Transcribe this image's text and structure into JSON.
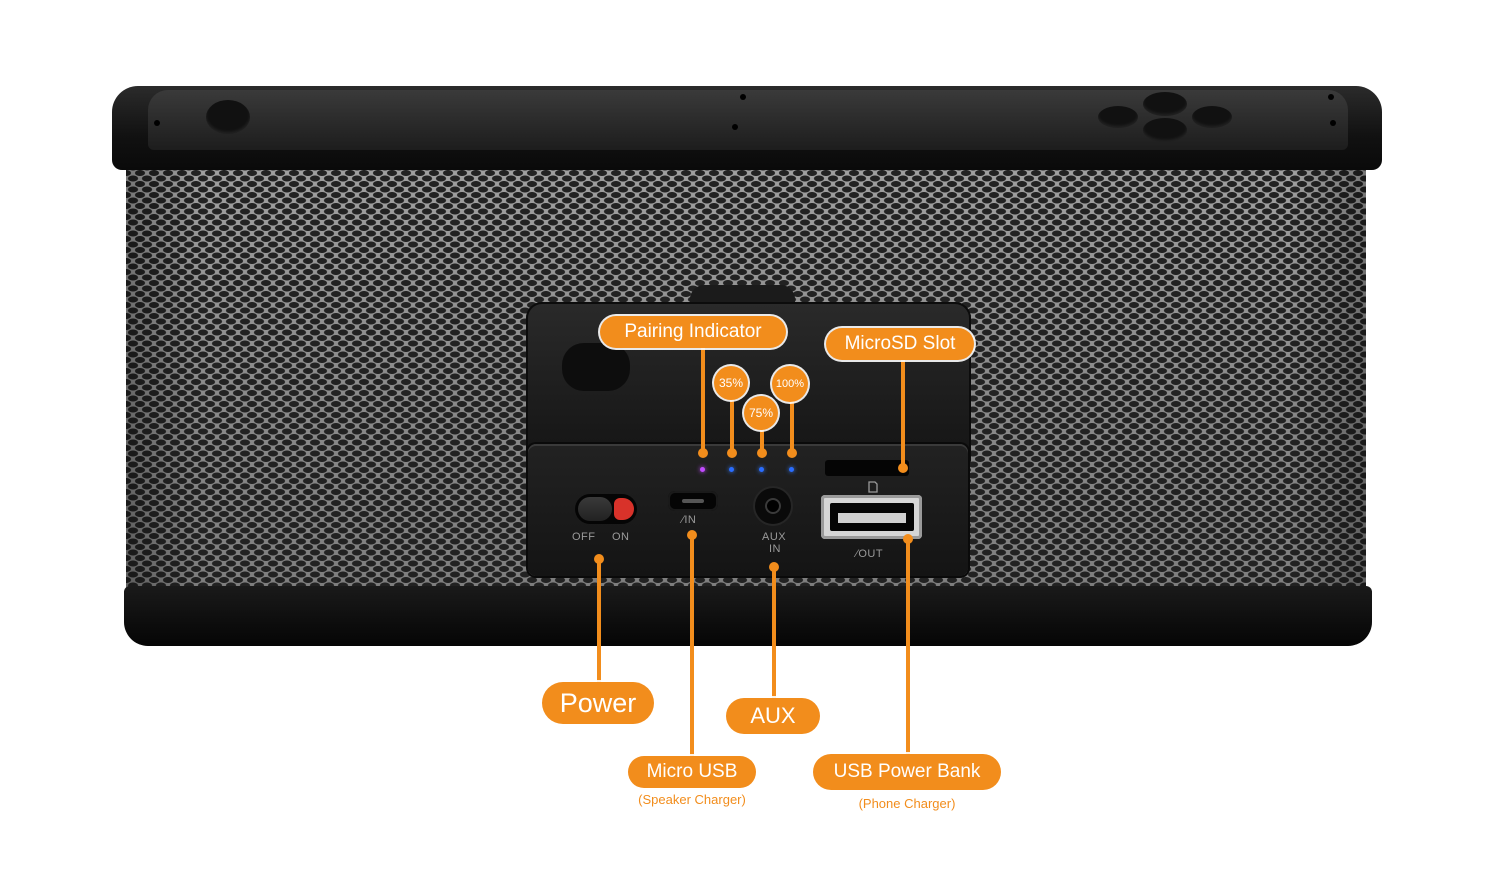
{
  "colors": {
    "callout_orange": "#f28d1c",
    "speaker_grille": "#8c8c8c",
    "speaker_body": "#111111",
    "power_switch_red": "#d8322a",
    "battery_led_blue": "#2a6dff",
    "pairing_led_purple": "#c24bff"
  },
  "callouts": {
    "pairing_indicator": "Pairing Indicator",
    "microsd_slot": "MicroSD Slot",
    "power": "Power",
    "aux": "AUX",
    "micro_usb": "Micro USB",
    "micro_usb_sub": "(Speaker Charger)",
    "usb_power_bank": "USB Power Bank",
    "usb_power_bank_sub": "(Phone Charger)"
  },
  "battery_levels": [
    "35%",
    "75%",
    "100%"
  ],
  "port_markings": {
    "off": "OFF",
    "on": "ON",
    "micro_in": "⁄IN",
    "aux_line1": "AUX",
    "aux_line2": "IN",
    "usb_out": "⁄OUT"
  },
  "icons": [
    "sd-card-icon",
    "usb-symbol-icon"
  ]
}
